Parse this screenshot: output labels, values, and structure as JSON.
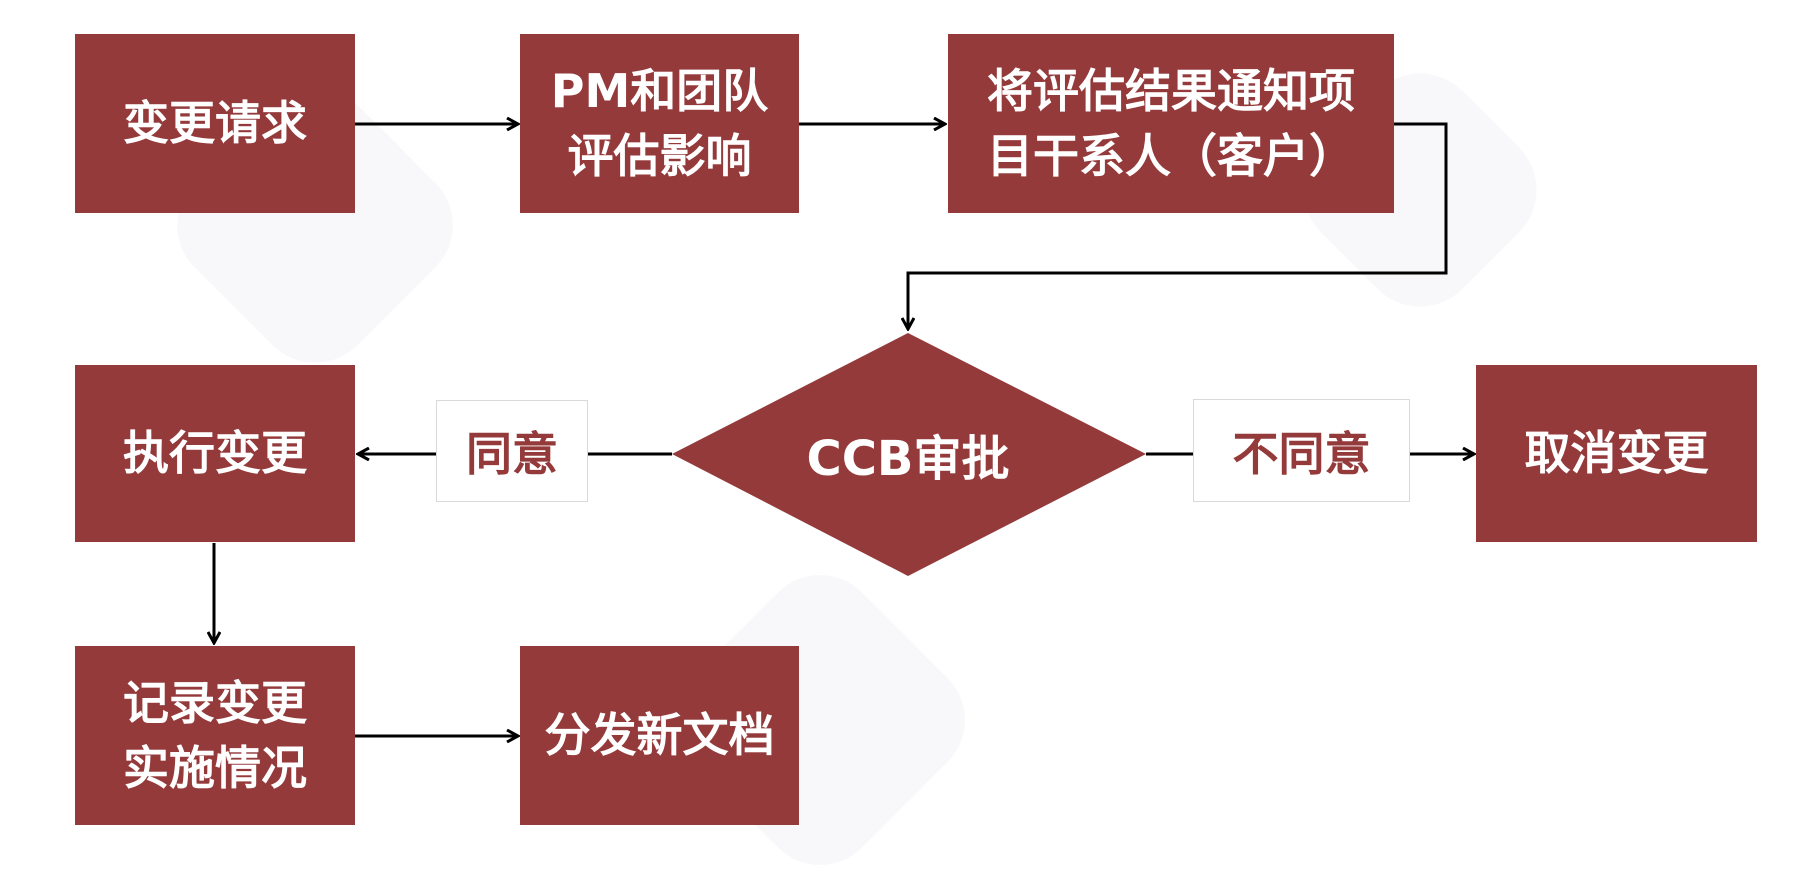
{
  "colors": {
    "node_fill": "#943a3b",
    "node_text": "#ffffff",
    "label_text": "#943a3b",
    "connector": "#000000"
  },
  "nodes": {
    "change_request": {
      "lines": [
        "变更请求"
      ]
    },
    "assess_impact": {
      "lines": [
        "PM和团队",
        "评估影响"
      ]
    },
    "notify_stakeholders": {
      "lines": [
        "将评估结果通知项",
        "目干系人（客户）"
      ]
    },
    "ccb_approval": {
      "text": "CCB审批",
      "shape": "diamond"
    },
    "execute_change": {
      "lines": [
        "执行变更"
      ]
    },
    "cancel_change": {
      "lines": [
        "取消变更"
      ]
    },
    "record_change": {
      "lines": [
        "记录变更",
        "实施情况"
      ]
    },
    "distribute_docs": {
      "lines": [
        "分发新文档"
      ]
    }
  },
  "edge_labels": {
    "agree": "同意",
    "disagree": "不同意"
  }
}
